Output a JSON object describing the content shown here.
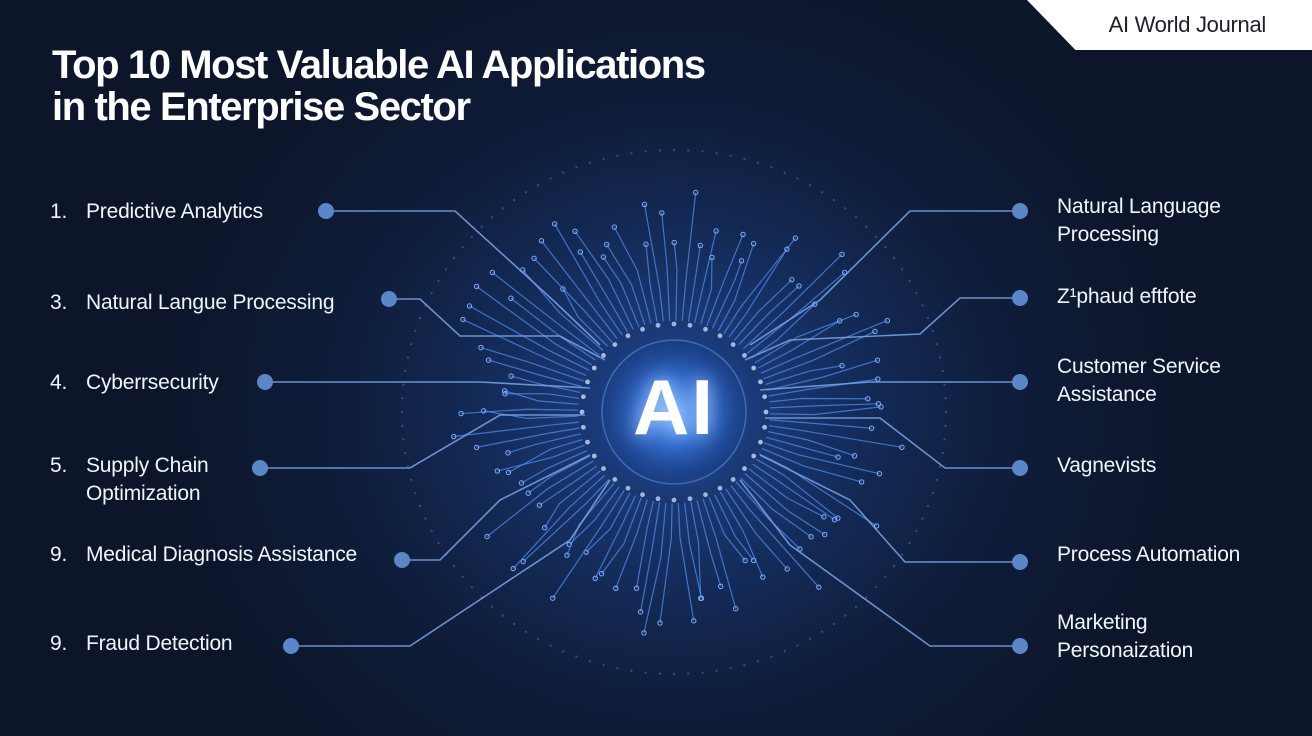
{
  "brand": "AI World Journal",
  "title": {
    "line1": "Top 10 Most Valuable AI Applications",
    "line2": "in the Enterprise Sector"
  },
  "center_label": "AI",
  "left_items": [
    {
      "number": "1.",
      "label": "Predictive Analytics"
    },
    {
      "number": "3.",
      "label": "Natural Langue Processing"
    },
    {
      "number": "4.",
      "label": "Cyberrsecurity"
    },
    {
      "number": "5.",
      "label": "Supply Chain Optimization"
    },
    {
      "number": "9.",
      "label": "Medical Diagnosis Assistance"
    },
    {
      "number": "9.",
      "label": "Fraud Detection"
    }
  ],
  "right_items": [
    {
      "label": "Natural Language Processing"
    },
    {
      "label": "Z¹phaud eftfote"
    },
    {
      "label": "Customer Service Assistance"
    },
    {
      "label": "Vagnevists"
    },
    {
      "label": "Process Automation"
    },
    {
      "label": "Marketing Personaization"
    }
  ],
  "colors": {
    "background": "#0f1d3a",
    "glow": "#3a78e0",
    "circuit": "#4d8cf0",
    "node": "#5b86c8",
    "text": "#ffffff"
  }
}
